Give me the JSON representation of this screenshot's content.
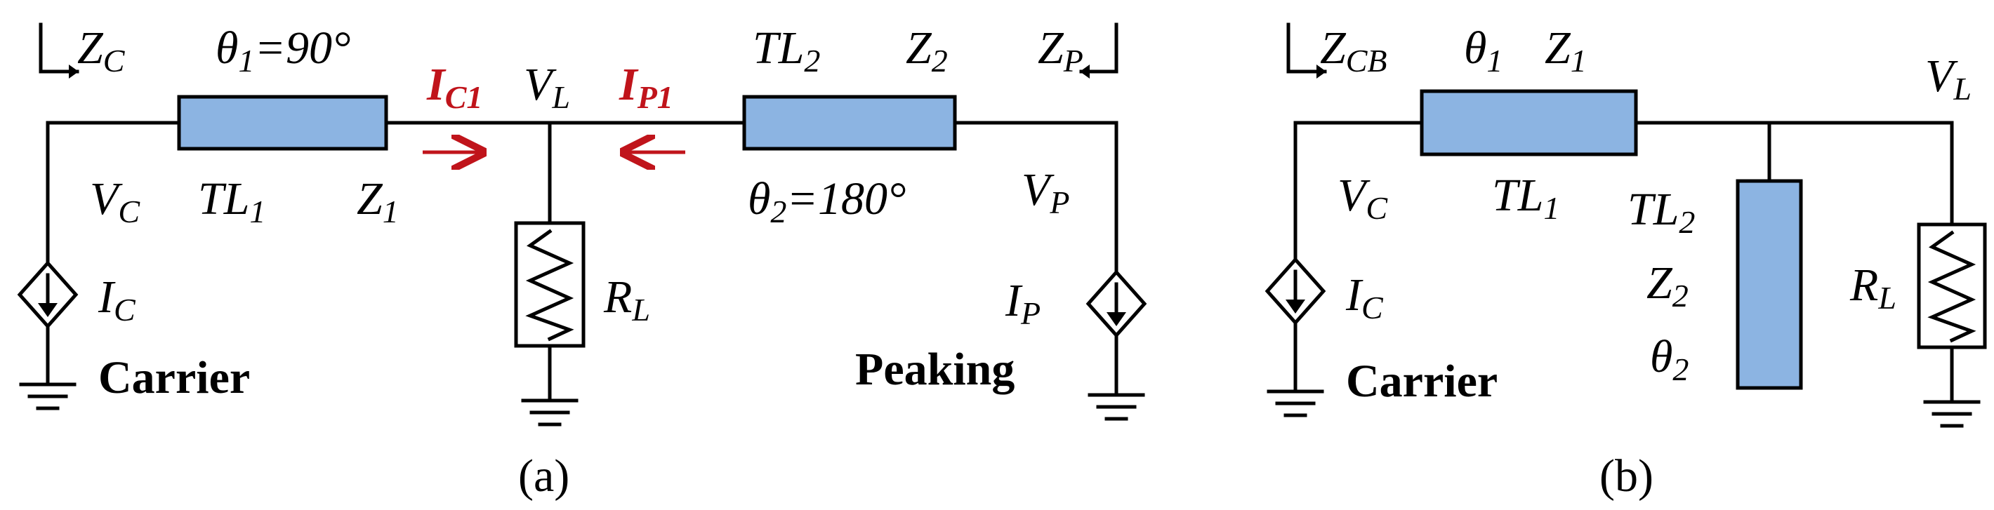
{
  "a": {
    "zc": {
      "main": "Z",
      "sub": "C"
    },
    "theta1": {
      "main": "θ",
      "sub": "1",
      "rest": "=90°"
    },
    "ic1": {
      "main": "I",
      "sub": "C1"
    },
    "vl": {
      "main": "V",
      "sub": "L"
    },
    "ip1": {
      "main": "I",
      "sub": "P1"
    },
    "tl2": {
      "main": "TL",
      "sub": "2"
    },
    "z2": {
      "main": "Z",
      "sub": "2"
    },
    "zp": {
      "main": "Z",
      "sub": "P"
    },
    "vc": {
      "main": "V",
      "sub": "C"
    },
    "tl1": {
      "main": "TL",
      "sub": "1"
    },
    "z1": {
      "main": "Z",
      "sub": "1"
    },
    "theta2": {
      "main": "θ",
      "sub": "2",
      "rest": "=180°"
    },
    "vp": {
      "main": "V",
      "sub": "P"
    },
    "icur": {
      "main": "I",
      "sub": "C"
    },
    "rl": {
      "main": "R",
      "sub": "L"
    },
    "ip": {
      "main": "I",
      "sub": "P"
    },
    "carrier": "Carrier",
    "peaking": "Peaking",
    "caption": "(a)"
  },
  "b": {
    "zcb": {
      "main": "Z",
      "sub": "CB"
    },
    "theta1": {
      "main": "θ",
      "sub": "1"
    },
    "z1": {
      "main": "Z",
      "sub": "1"
    },
    "vl": {
      "main": "V",
      "sub": "L"
    },
    "vc": {
      "main": "V",
      "sub": "C"
    },
    "tl1": {
      "main": "TL",
      "sub": "1"
    },
    "tl2": {
      "main": "TL",
      "sub": "2"
    },
    "z2": {
      "main": "Z",
      "sub": "2"
    },
    "theta2": {
      "main": "θ",
      "sub": "2"
    },
    "icur": {
      "main": "I",
      "sub": "C"
    },
    "rl": {
      "main": "R",
      "sub": "L"
    },
    "carrier": "Carrier",
    "caption": "(b)"
  },
  "colors": {
    "line": "#c0141b",
    "tl": "#8cb4e2"
  }
}
